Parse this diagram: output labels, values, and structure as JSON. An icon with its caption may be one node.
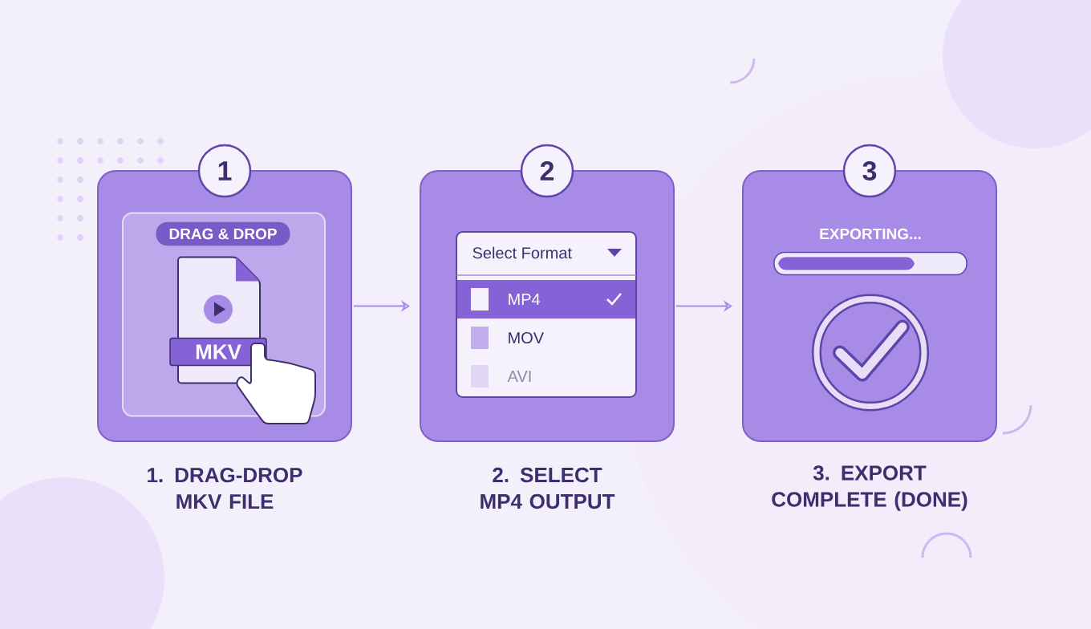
{
  "diagram": {
    "nodes": [
      {
        "text": [
          "1"
        ],
        "beside": [
          "1. DRAG-DROP MKV FILE"
        ]
      },
      {
        "text": [
          "DRAG & DROP"
        ],
        "in": 0
      },
      {
        "text": [
          "MKV"
        ],
        "in": 0
      },
      {
        "text": [
          "2"
        ],
        "beside": [
          "2. SELECT MP4 OUTPUT"
        ]
      },
      {
        "text": [
          "Select Format",
          "MP4",
          "MOV",
          "AVI"
        ],
        "in": 3
      },
      {
        "text": [
          "3"
        ],
        "beside": [
          "3. EXPORT COMPLETE (DONE)"
        ]
      },
      {
        "text": [
          "EXPORTING..."
        ],
        "in": 5
      }
    ],
    "edges": [
      {
        "from": 0,
        "to": 3,
        "arrow": "to"
      },
      {
        "from": 3,
        "to": 5,
        "arrow": "to"
      }
    ]
  }
}
